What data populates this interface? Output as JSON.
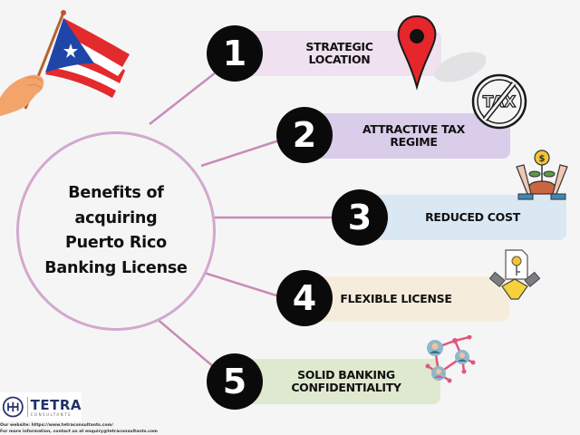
{
  "hub": {
    "title": "Benefits of acquiring Puerto Rico Banking License"
  },
  "benefits": [
    {
      "number": "1",
      "label": "STRATEGIC\nLOCATION",
      "color": "#efe1ef",
      "icon": "map-pin-icon"
    },
    {
      "number": "2",
      "label": "ATTRACTIVE TAX\nREGIME",
      "color": "#d9cdea",
      "icon": "no-tax-icon"
    },
    {
      "number": "3",
      "label": "REDUCED COST",
      "color": "#dae8f3",
      "icon": "money-plant-hands-icon"
    },
    {
      "number": "4",
      "label": "FLEXIBLE LICENSE",
      "color": "#f6ecdc",
      "icon": "handshake-key-document-icon"
    },
    {
      "number": "5",
      "label": "SOLID BANKING\nCONFIDENTIALITY",
      "color": "#dfe9cf",
      "icon": "network-people-icon"
    }
  ],
  "decoration": {
    "flag": "puerto-rico-flag-icon"
  },
  "colors": {
    "connector": "#c98bb6",
    "hub_border": "#d3a8cd",
    "number_circle": "#0a0a0a",
    "background": "#f5f5f6",
    "brand": "#23306a"
  },
  "footer": {
    "brand_name": "TETRA",
    "brand_sub": "CONSULTANTS",
    "website_line": "Our website: https://www.tetraconsultants.com/",
    "contact_line": "For more information, contact us at enquiry@tetraconsultants.com"
  }
}
